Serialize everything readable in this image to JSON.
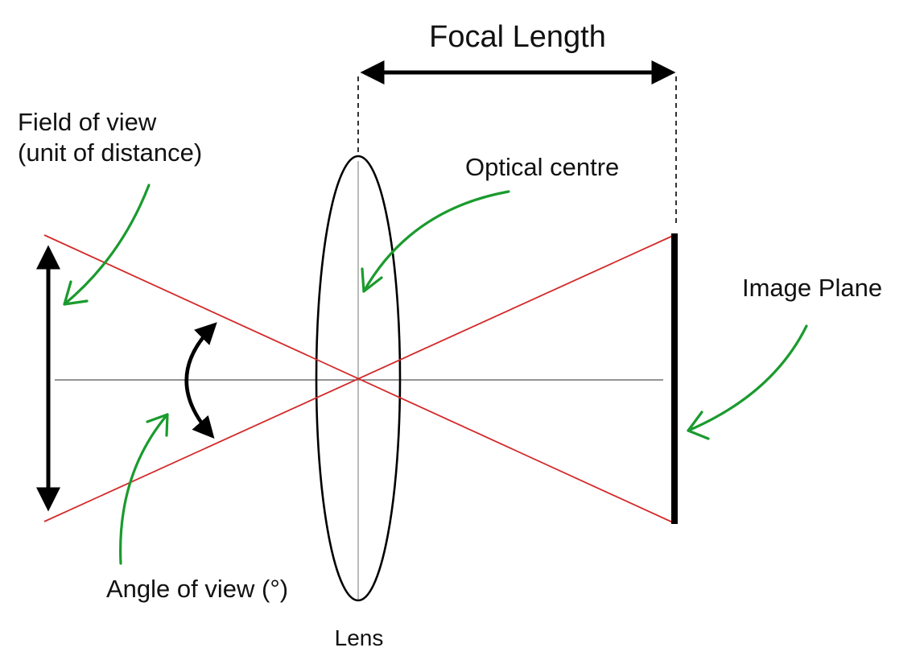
{
  "labels": {
    "focal_length": "Focal Length",
    "field_of_view_line1": "Field of view",
    "field_of_view_line2": "(unit of distance)",
    "optical_centre": "Optical centre",
    "image_plane": "Image Plane",
    "angle_of_view": "Angle of view (°)",
    "lens": "Lens"
  },
  "colors": {
    "ray": "#d42a2a",
    "pointer_arrow": "#1a9b2e",
    "line": "#000000",
    "axis": "#555555"
  }
}
